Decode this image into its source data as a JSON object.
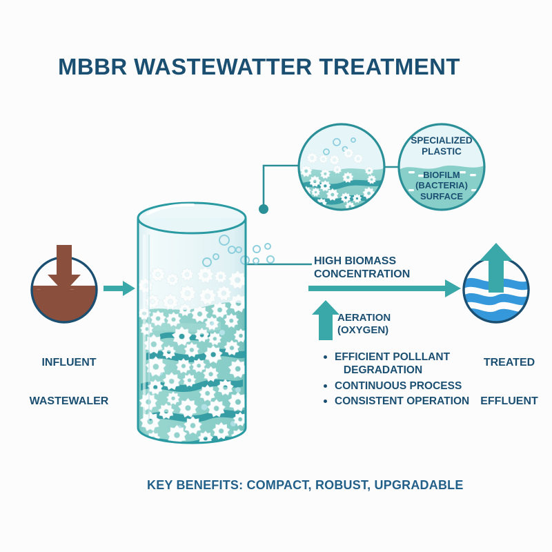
{
  "page": {
    "title": "MBBR WASTEWATTER TREATMENT",
    "footer": "KEY BENEFITS: COMPACT, ROBUST, UPGRADABLE",
    "background_color": "#fcfcfc"
  },
  "colors": {
    "navy": "#1b4f72",
    "teal": "#3aa8a8",
    "teal_dark": "#2a8f97",
    "water_light": "#eaf6f8",
    "water_body": "#8fd0ca",
    "brown": "#8a4f3d",
    "blue": "#3498db",
    "carrier_white": "#fbfdfd"
  },
  "influent": {
    "label_line1": "INFLUENT",
    "label_line2": "WASTEWALER",
    "icon": "down-arrow-into-water-circle",
    "water_color": "#8a4f3d"
  },
  "effluent": {
    "label_line1": "TREATED",
    "label_line2": "EFFLUENT",
    "icon": "up-arrow-out-of-water-circle",
    "water_color": "#3498db"
  },
  "reactor": {
    "name": "mbbr-reactor-tank",
    "carrier_shape": "gear-carrier",
    "carrier_count": 58,
    "bubble_count": 14
  },
  "magnifier": {
    "name": "carrier-magnified-view",
    "carrier_count": 22
  },
  "carrier_detail": {
    "plastic_label": "SPECIALIZED\nPLASTIC",
    "biofilm_label": "BIOFILM\n(BACTERIA)\nSURFACE"
  },
  "annotations": {
    "high_biomass": "HIGH BIOMASS\nCONCENTRATION",
    "aeration": "AERATION\n(OXYGEN)"
  },
  "benefits": [
    "EFFICIENT POLLLANT\n   DEGRADATION",
    "CONTINUOUS PROCESS",
    "CONSISTENT OPERATION"
  ]
}
